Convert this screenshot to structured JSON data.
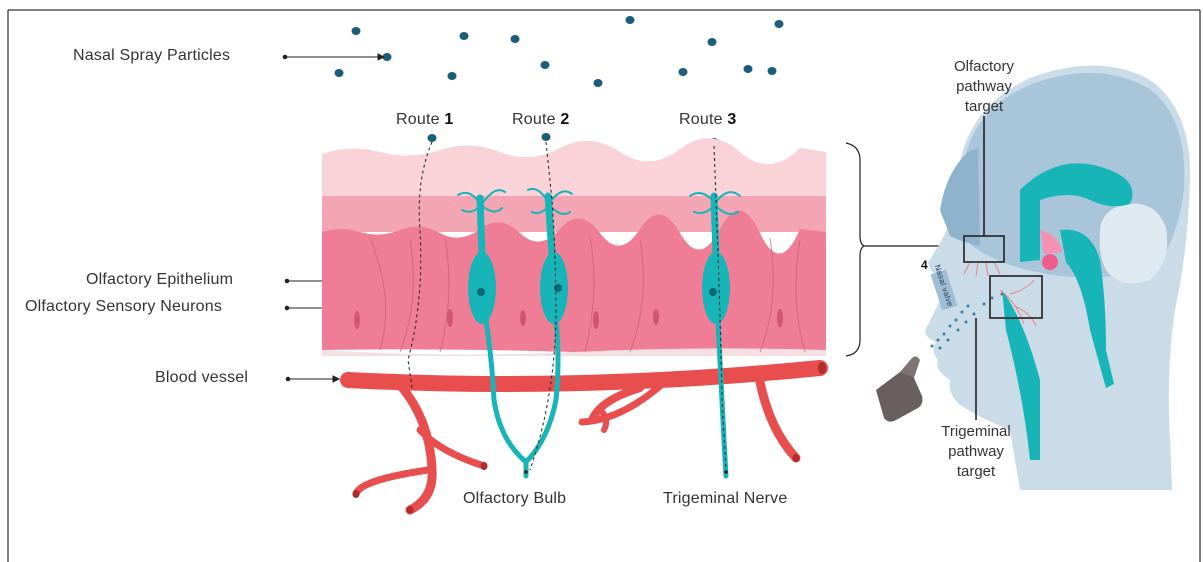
{
  "labels": {
    "nasal_spray": "Nasal Spray Particles",
    "olfactory_epithelium": "Olfactory Epithelium",
    "olfactory_neurons": "Olfactory Sensory Neurons",
    "blood_vessel": "Blood vessel",
    "olfactory_bulb": "Olfactory Bulb",
    "trigeminal_nerve": "Trigeminal Nerve"
  },
  "routes": [
    {
      "word": "Route",
      "number": "1"
    },
    {
      "word": "Route",
      "number": "2"
    },
    {
      "word": "Route",
      "number": "3"
    }
  ],
  "head": {
    "olfactory_target": [
      "Olfactory",
      "pathway",
      "target"
    ],
    "trigeminal_target": [
      "Trigeminal",
      "pathway",
      "target"
    ],
    "marker_number": "4",
    "nasal_valve": "Nasal valve"
  },
  "colors": {
    "particle": "#1b5e7c",
    "neuron": "#17b5b8",
    "vessel": "#e94e4e",
    "epithelium_top": "#f9d3d8",
    "epithelium_mid": "#f3a5b3",
    "epithelium_main": "#ef7d95",
    "head": "#c9dce8",
    "brain": "#9fbdd3"
  }
}
